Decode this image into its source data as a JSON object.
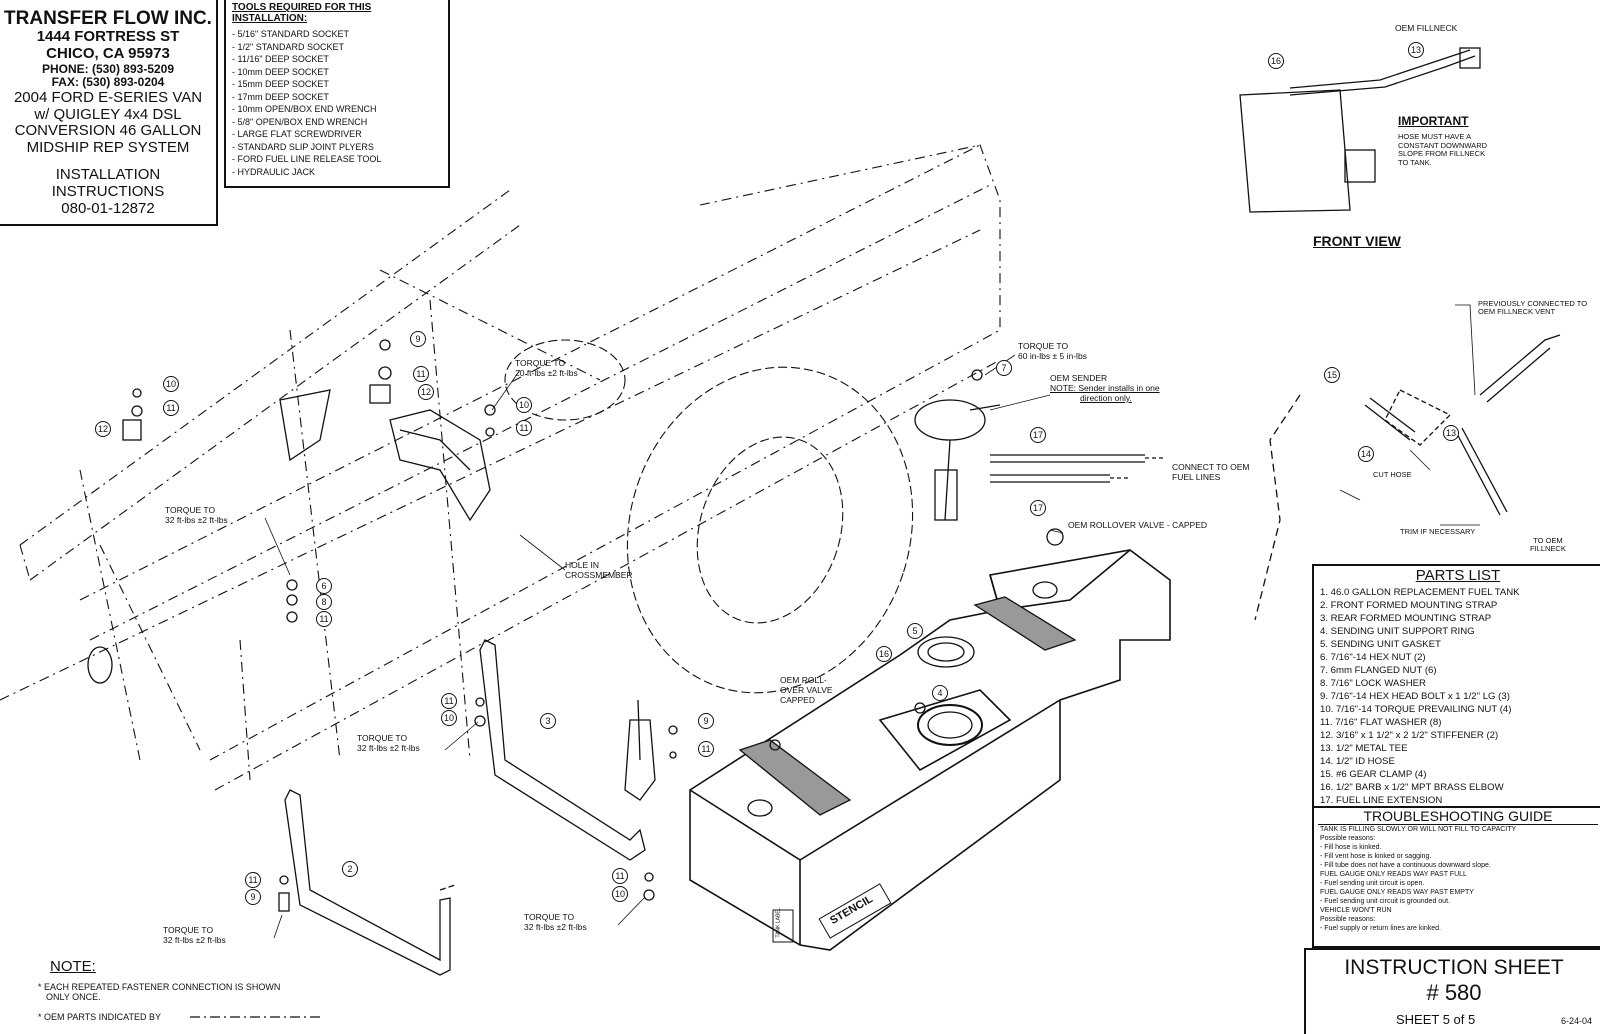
{
  "header": {
    "company": "TRANSFER FLOW INC.",
    "street": "1444 FORTRESS ST",
    "city": "CHICO, CA 95973",
    "phone": "PHONE: (530) 893-5209",
    "fax": "FAX: (530) 893-0204",
    "vehicle_1": "2004 FORD E-SERIES VAN",
    "vehicle_2": "w/ QUIGLEY 4x4 DSL",
    "vehicle_3": "CONVERSION 46 GALLON",
    "vehicle_4": "MIDSHIP REP SYSTEM",
    "doc_title": "INSTALLATION INSTRUCTIONS",
    "doc_number": "080-01-12872"
  },
  "tools": {
    "title": "TOOLS REQUIRED FOR THIS INSTALLATION:",
    "items": [
      "- 5/16\" STANDARD SOCKET",
      "- 1/2\" STANDARD SOCKET",
      "- 11/16\" DEEP SOCKET",
      "- 10mm DEEP SOCKET",
      "- 15mm DEEP SOCKET",
      "- 17mm DEEP SOCKET",
      "- 10mm OPEN/BOX END WRENCH",
      "- 5/8\" OPEN/BOX END WRENCH",
      "- LARGE FLAT SCREWDRIVER",
      "- STANDARD SLIP JOINT PLYERS",
      "- FORD FUEL LINE RELEASE TOOL",
      "- HYDRAULIC JACK"
    ]
  },
  "front_view": {
    "title": "FRONT VIEW",
    "important_title": "IMPORTANT",
    "important_text_1": "HOSE MUST HAVE A",
    "important_text_2": "CONSTANT DOWNWARD",
    "important_text_3": "SLOPE FROM FILLNECK",
    "important_text_4": "TO TANK.",
    "oem_fillneck": "OEM FILLNECK"
  },
  "callouts": {
    "torque_sender": "TORQUE TO",
    "torque_sender_2": "60 in-lbs ± 5 in-lbs",
    "oem_sender": "OEM SENDER",
    "sender_note_1": "NOTE: Sender installs in one",
    "sender_note_2": "direction only.",
    "connect_oem_1": "CONNECT TO OEM",
    "connect_oem_2": "FUEL LINES",
    "rollover_capped": "OEM ROLLOVER VALVE - CAPPED",
    "roll_over_1": "OEM ROLL-",
    "roll_over_2": "OVER VALVE",
    "roll_over_3": "CAPPED",
    "torque_top_1": "TORQUE TO",
    "torque_top_2": "20 ft-lbs ±2 ft-lbs",
    "torque_left_1": "TORQUE TO",
    "torque_left_2": "32 ft-lbs ±2 ft-lbs",
    "hole_1": "HOLE IN",
    "hole_2": "CROSSMEMBER",
    "torque_mid_1": "TORQUE TO",
    "torque_mid_2": "32 ft-lbs ±2 ft-lbs",
    "torque_bot_1": "TORQUE TO",
    "torque_bot_2": "32 ft-lbs ±2 ft-lbs",
    "torque_botr_1": "TORQUE TO",
    "torque_botr_2": "32 ft-lbs ±2 ft-lbs",
    "prev_vent_1": "PREVIOUSLY CONNECTED TO",
    "prev_vent_2": "OEM FILLNECK VENT",
    "cut_hose": "CUT HOSE",
    "trim": "TRIM IF NECESSARY",
    "to_oem_1": "TO OEM",
    "to_oem_2": "FILLNECK",
    "stencil": "STENCIL",
    "tank_label": "TANK LABEL"
  },
  "parts_list": {
    "title": "PARTS LIST",
    "items": [
      "1. 46.0 GALLON REPLACEMENT FUEL TANK",
      "2. FRONT FORMED MOUNTING STRAP",
      "3. REAR FORMED MOUNTING STRAP",
      "4. SENDING UNIT SUPPORT RING",
      "5. SENDING UNIT GASKET",
      "6. 7/16\"-14 HEX NUT (2)",
      "7. 6mm FLANGED NUT (6)",
      "8. 7/16\" LOCK WASHER",
      "9. 7/16\"-14 HEX HEAD BOLT x 1 1/2\" LG (3)",
      "10. 7/16\"-14 TORQUE PREVAILING NUT (4)",
      "11. 7/16\" FLAT WASHER (8)",
      "12. 3/16\" x 1 1/2\" x 2 1/2\" STIFFENER (2)",
      "13. 1/2\" METAL TEE",
      "14. 1/2\" ID HOSE",
      "15. #6 GEAR CLAMP (4)",
      "16. 1/2\" BARB x 1/2\" MPT BRASS ELBOW",
      "17. FUEL LINE EXTENSION"
    ]
  },
  "troubleshooting": {
    "title": "TROUBLESHOOTING GUIDE",
    "lines": [
      "TANK IS FILLING SLOWLY OR WILL NOT FILL TO CAPACITY",
      "Possible reasons:",
      "- Fill hose is kinked.",
      "- Fill vent hose is kinked or sagging.",
      "- Fill tube does not have a continuous downward slope.",
      "FUEL GAUGE ONLY READS WAY PAST FULL",
      "- Fuel sending unit circuit is open.",
      "FUEL GAUGE ONLY READS WAY PAST EMPTY",
      "- Fuel sending unit circuit is grounded out.",
      "VEHICLE WON'T RUN",
      "Possible reasons:",
      "- Fuel supply or return lines are kinked."
    ]
  },
  "sheet": {
    "title": "INSTRUCTION SHEET",
    "number": "# 580",
    "page": "SHEET 5 of 5",
    "date": "6-24-04"
  },
  "notes": {
    "title": "NOTE:",
    "line1": "* EACH REPEATED FASTENER CONNECTION IS SHOWN",
    "line1b": "ONLY ONCE.",
    "line2": "* OEM PARTS INDICATED BY"
  },
  "bubbles": {
    "b1": "9",
    "b2": "11",
    "b3": "12",
    "b4": "10",
    "b5": "11",
    "b6": "12",
    "b7": "10",
    "b8": "11",
    "b9": "6",
    "b10": "8",
    "b11": "11",
    "b12": "7",
    "b13": "17",
    "b14": "17",
    "b15": "5",
    "b16": "16",
    "b17": "4",
    "b18": "11",
    "b19": "10",
    "b20": "3",
    "b21": "9",
    "b22": "11",
    "b23": "11",
    "b24": "10",
    "b25": "2",
    "b26": "11",
    "b27": "9",
    "b28": "16",
    "b29": "13",
    "b30": "15",
    "b31": "14",
    "b32": "13"
  }
}
